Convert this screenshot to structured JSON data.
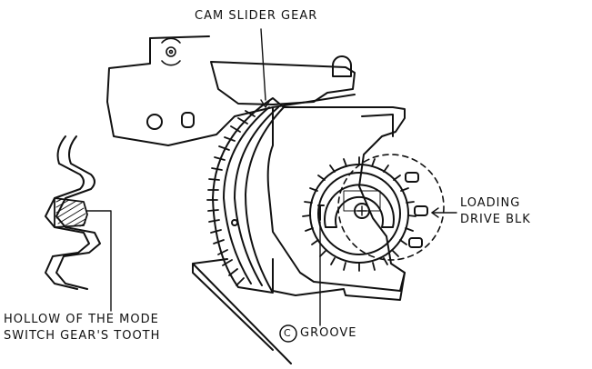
{
  "labels": {
    "cam_slider_gear": "CAM SLIDER GEAR",
    "loading_drive_line1": "LOADING",
    "loading_drive_line2": "DRIVE BLK",
    "hollow_line1": "HOLLOW OF THE MODE",
    "hollow_line2": "SWITCH GEAR'S TOOTH",
    "groove_marker": "C",
    "groove": "GROOVE"
  },
  "colors": {
    "ink": "#111111",
    "paper": "#ffffff"
  }
}
